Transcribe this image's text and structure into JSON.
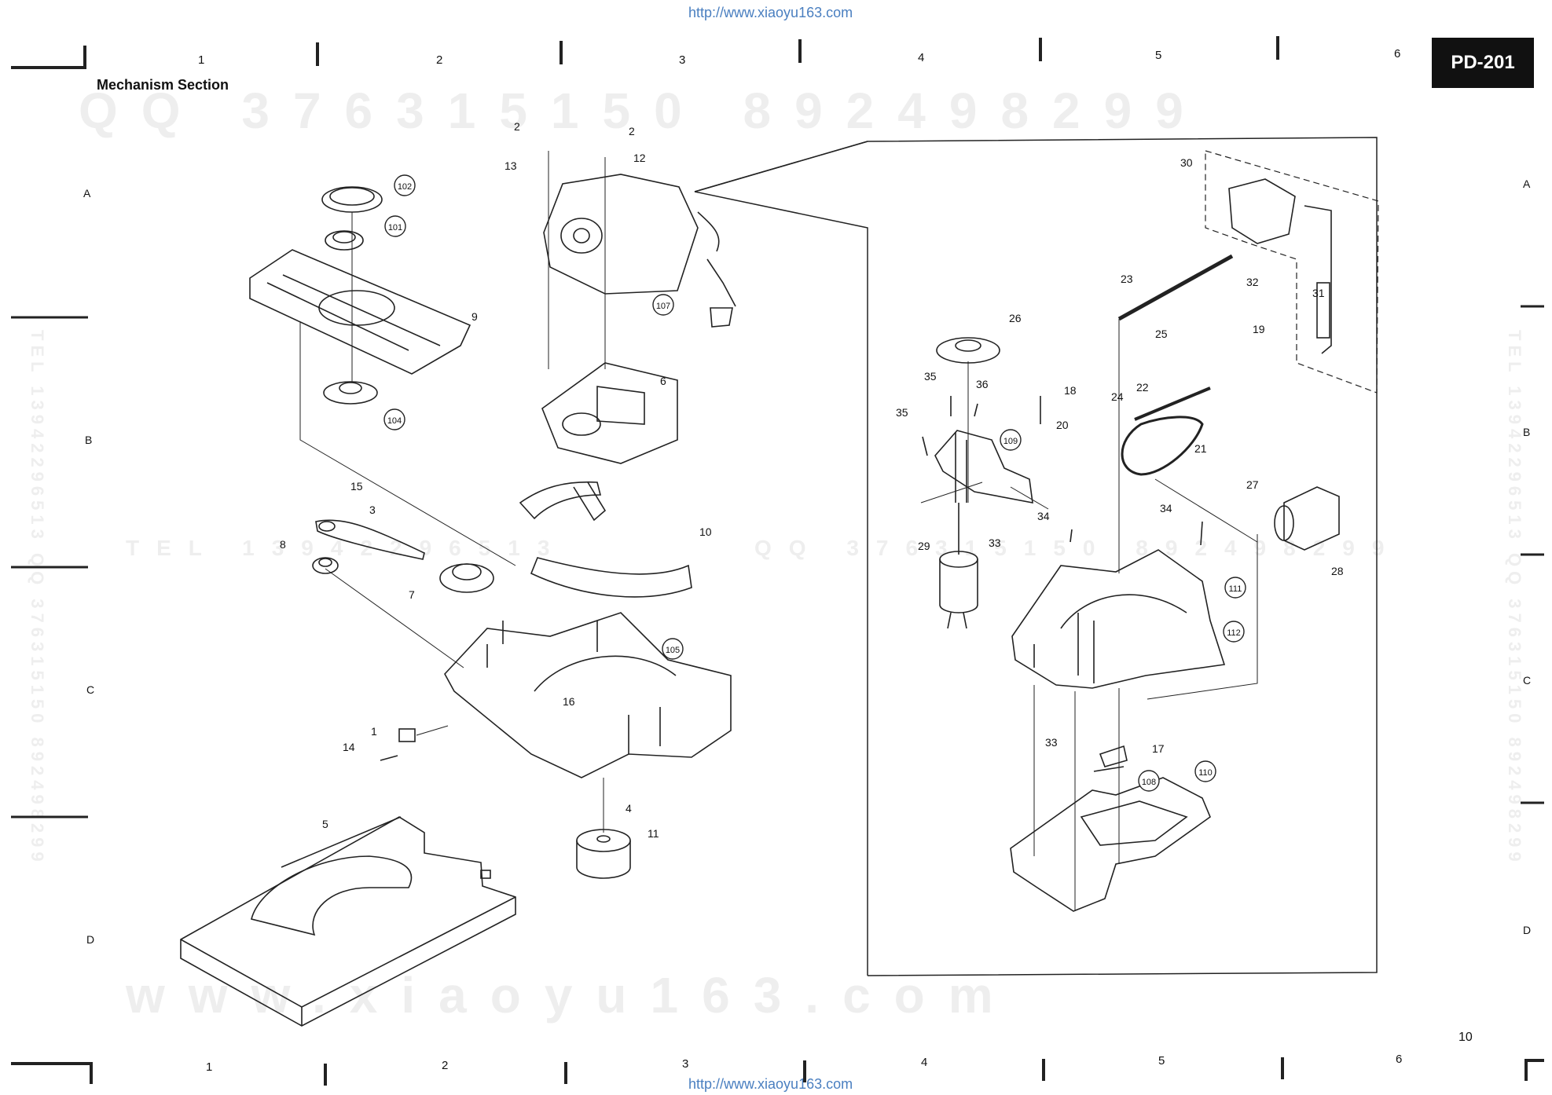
{
  "header": {
    "source_url_top": "http://www.xiaoyu163.com",
    "model": "PD-201",
    "section_title": "Mechanism Section"
  },
  "footer": {
    "source_url_bottom": "http://www.xiaoyu163.com",
    "page_number": "10"
  },
  "grid": {
    "columns_top": [
      "1",
      "2",
      "3",
      "4",
      "5",
      "6"
    ],
    "columns_bottom": [
      "1",
      "2",
      "3",
      "4",
      "5",
      "6"
    ],
    "rows_left": [
      "A",
      "B",
      "C",
      "D"
    ],
    "rows_right": [
      "A",
      "B",
      "C",
      "D"
    ]
  },
  "watermarks": {
    "qq_line": "QQ 376315150 892498299",
    "tel_line": "TEL 13942296513",
    "qq_mid": "QQ 376315150 892498299",
    "site_line": "www.xiaoyu163.com",
    "vertical_left": "TEL 13942296513 QQ 376315150 892498299",
    "vertical_right": "TEL 13942296513 QQ 376315150 892498299"
  },
  "part_callouts": [
    "1",
    "2",
    "3",
    "4",
    "5",
    "6",
    "7",
    "8",
    "9",
    "10",
    "11",
    "12",
    "13",
    "14",
    "15",
    "16",
    "17",
    "18",
    "19",
    "20",
    "21",
    "22",
    "23",
    "24",
    "25",
    "26",
    "27",
    "28",
    "29",
    "30",
    "31",
    "32",
    "33",
    "34",
    "35",
    "36"
  ],
  "circled_callouts": [
    "101",
    "102",
    "104",
    "105",
    "107",
    "108",
    "109",
    "110",
    "111",
    "112"
  ],
  "colors": {
    "badge_bg": "#111111",
    "badge_text": "#ffffff",
    "url": "#4a7fc0",
    "ink": "#222222"
  }
}
